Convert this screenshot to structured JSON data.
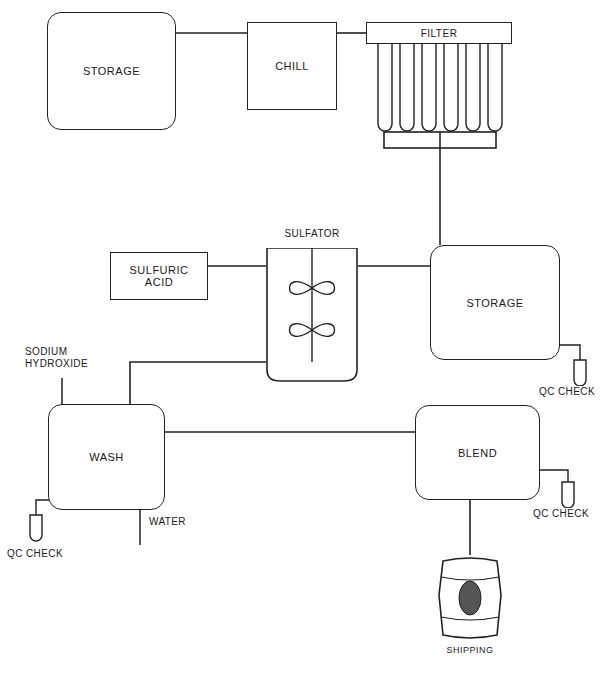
{
  "diagram": {
    "nodes": [
      {
        "text": [
          "STORAGE"
        ]
      },
      {
        "text": [
          "CHILL"
        ]
      },
      {
        "text": [
          "FILTER"
        ]
      },
      {
        "text": [
          "SULFURIC ACID"
        ]
      },
      {
        "text": [
          "SULFATOR"
        ]
      },
      {
        "text": [
          "STORAGE"
        ]
      },
      {
        "text": [
          "WASH"
        ]
      },
      {
        "text": [
          "BLEND"
        ]
      },
      {
        "text": [
          "SHIPPING"
        ]
      }
    ],
    "edges": [
      {
        "from": 0,
        "to": 1,
        "arrow": "none"
      },
      {
        "from": 1,
        "to": 2,
        "arrow": "none"
      },
      {
        "from": 2,
        "to": 5,
        "arrow": "none"
      },
      {
        "from": 3,
        "to": 4,
        "arrow": "none"
      },
      {
        "from": 5,
        "to": 4,
        "arrow": "none"
      },
      {
        "from": 4,
        "to": 6,
        "arrow": "none"
      },
      {
        "from": 6,
        "to": 7,
        "arrow": "none"
      },
      {
        "from": 7,
        "to": 8,
        "arrow": "none"
      }
    ],
    "labels": [
      "SODIUM HYDROXIDE",
      "QC CHECK",
      "QC CHECK",
      "WATER",
      "QC CHECK"
    ]
  }
}
